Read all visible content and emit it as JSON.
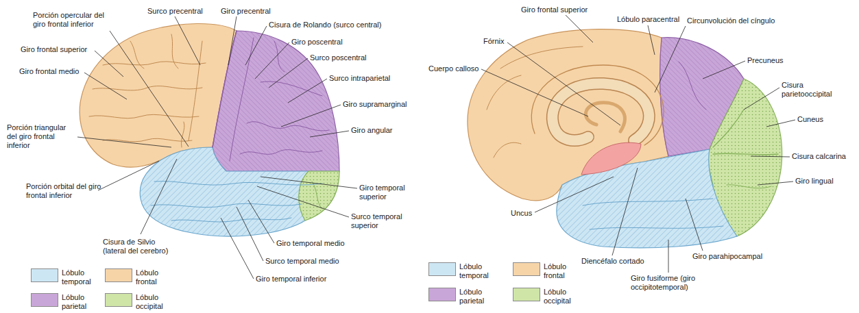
{
  "diagram": {
    "labels": [
      "Porción opercular del giro frontal inferior",
      "Surco precentral",
      "Giro precentral",
      "Cisura de Rolando (surco central)",
      "Giro frontal superior",
      "Giro poscentral",
      "Surco poscentral",
      "Giro frontal medio",
      "Surco intraparietal",
      "Giro supramarginal",
      "Giro angular",
      "Porción triangular del giro frontal inferior",
      "Porción orbital del giro frontal inferior",
      "Giro temporal superior",
      "Surco temporal superior",
      "Cisura de Silvio (lateral del cerebro)",
      "Giro temporal medio",
      "Surco temporal medio",
      "Giro temporal inferior",
      "Giro frontal superior",
      "Lóbulo paracentral",
      "Circunvolución del cíngulo",
      "Fórnix",
      "Precuneus",
      "Cuerpo calloso",
      "Cisura parietooccipital",
      "Cuneus",
      "Cisura calcarina",
      "Giro lingual",
      "Uncus",
      "Diencéfalo cortado",
      "Giro parahipocampal",
      "Giro fusiforme (giro occipitotemporal)"
    ],
    "legend": [
      {
        "text": "Lóbulo temporal",
        "color": "#cde6f4"
      },
      {
        "text": "Lóbulo frontal",
        "color": "#f6d4a8"
      },
      {
        "text": "Lóbulo parietal",
        "color": "#c9a6d8"
      },
      {
        "text": "Lóbulo occipital",
        "color": "#cfe5a8"
      },
      {
        "text": "Lóbulo temporal",
        "color": "#cde6f4"
      },
      {
        "text": "Lóbulo frontal",
        "color": "#f6d4a8"
      },
      {
        "text": "Lóbulo parietal",
        "color": "#c9a6d8"
      },
      {
        "text": "Lóbulo occipital",
        "color": "#cfe5a8"
      }
    ]
  }
}
